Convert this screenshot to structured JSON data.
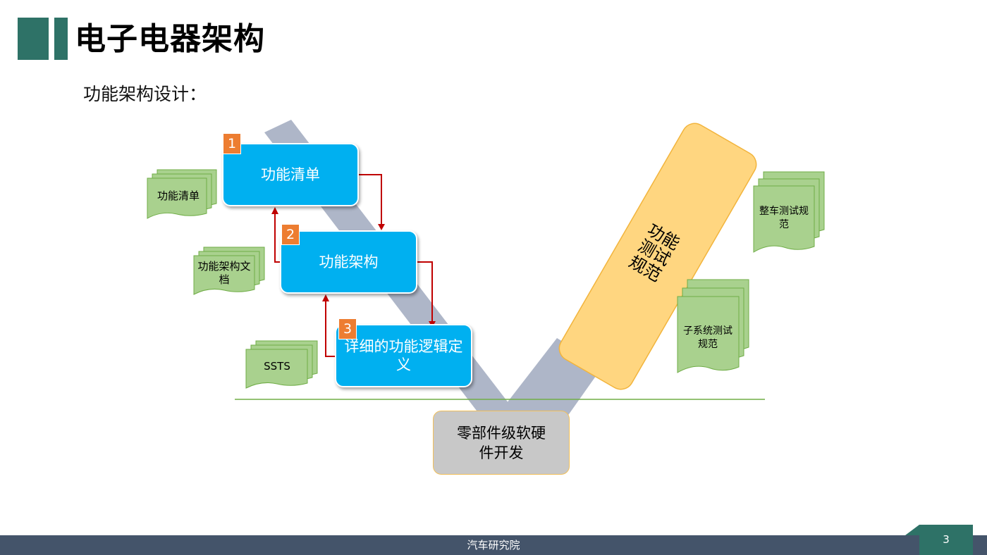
{
  "header": {
    "title": "电子电器架构",
    "subtitle": "功能架构设计："
  },
  "diagram": {
    "steps": [
      {
        "badge": "1",
        "label": "功能清单"
      },
      {
        "badge": "2",
        "label": "功能架构"
      },
      {
        "badge": "3",
        "label": "详细的功能逻辑定义"
      }
    ],
    "left_docs": [
      "功能清单",
      "功能架构文档",
      "SSTS"
    ],
    "bottom_box": "零部件级软硬件开发",
    "right_bar": "功能测试规范",
    "right_docs": [
      "整车测试规范",
      "子系统测试规范"
    ]
  },
  "footer": {
    "text": "汽车研究院",
    "page": "3"
  },
  "colors": {
    "accent": "#2e7267",
    "box_blue": "#00b0f0",
    "badge_orange": "#ed7d31",
    "doc_green": "#a9d18e",
    "bar_yellow": "#ffd680",
    "footer_bg": "#44546a"
  }
}
